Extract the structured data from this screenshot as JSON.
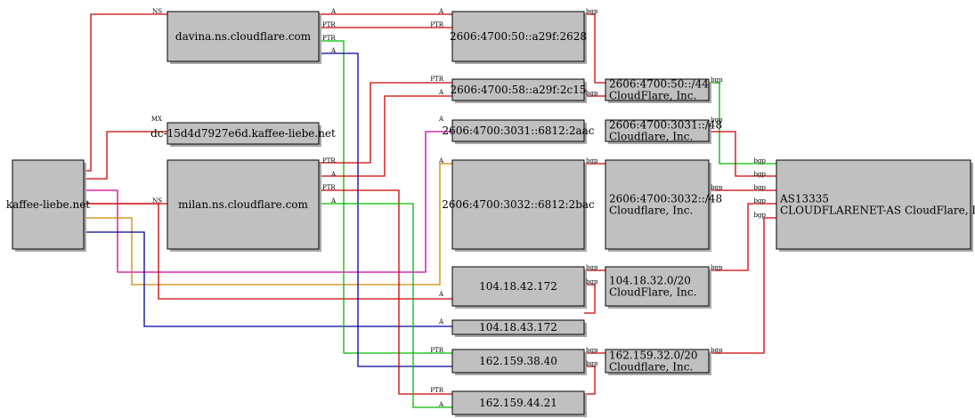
{
  "colors": {
    "node_fill": "#c0c0c0",
    "shadow": "#a8a8a8",
    "red": "#cc0000",
    "green": "#00bb00",
    "blue": "#000099",
    "magenta": "#cc0099",
    "orange": "#cc8800"
  },
  "nodes": [
    {
      "id": "kaffee",
      "lines": [
        "kaffee-liebe.net"
      ]
    },
    {
      "id": "davina",
      "lines": [
        "davina.ns.cloudflare.com"
      ]
    },
    {
      "id": "milan",
      "lines": [
        "milan.ns.cloudflare.com"
      ]
    },
    {
      "id": "dc",
      "lines": [
        "dc-15d4d7927e6d.kaffee-liebe.net"
      ]
    },
    {
      "id": "ip6_2628",
      "lines": [
        "2606:4700:50::a29f:2628"
      ]
    },
    {
      "id": "ip6_2c15",
      "lines": [
        "2606:4700:58::a29f:2c15"
      ]
    },
    {
      "id": "ip6_2aac",
      "lines": [
        "2606:4700:3031::6812:2aac"
      ]
    },
    {
      "id": "ip6_2bac",
      "lines": [
        "2606:4700:3032::6812:2bac"
      ]
    },
    {
      "id": "ip4_42",
      "lines": [
        "104.18.42.172"
      ]
    },
    {
      "id": "ip4_43",
      "lines": [
        "104.18.43.172"
      ]
    },
    {
      "id": "ip4_38",
      "lines": [
        "162.159.38.40"
      ]
    },
    {
      "id": "ip4_44",
      "lines": [
        "162.159.44.21"
      ]
    },
    {
      "id": "net_50",
      "lines": [
        "2606:4700:50::/44",
        "CloudFlare, Inc."
      ]
    },
    {
      "id": "net_3031",
      "lines": [
        "2606:4700:3031::/48",
        "Cloudflare, Inc."
      ]
    },
    {
      "id": "net_3032",
      "lines": [
        "2606:4700:3032::/48",
        "Cloudflare, Inc."
      ]
    },
    {
      "id": "net_104",
      "lines": [
        "104.18.32.0/20",
        "CloudFlare, Inc."
      ]
    },
    {
      "id": "net_162",
      "lines": [
        "162.159.32.0/20",
        "Cloudflare, Inc."
      ]
    },
    {
      "id": "as",
      "lines": [
        "AS13335",
        "CLOUDFLARENET-AS CloudFlare, Inc."
      ]
    }
  ],
  "edges": [
    {
      "id": "kaffee-davina-ns",
      "color": "red",
      "label": "NS"
    },
    {
      "id": "kaffee-dc-mx",
      "color": "red",
      "label": "MX"
    },
    {
      "id": "kaffee-milan-ns",
      "color": "red",
      "label": "NS"
    },
    {
      "id": "kaffee-2aac-a",
      "color": "magenta",
      "label": "A"
    },
    {
      "id": "kaffee-2bac-a",
      "color": "orange",
      "label": "A"
    },
    {
      "id": "kaffee-42-a",
      "color": "red",
      "label": "A"
    },
    {
      "id": "kaffee-43-a",
      "color": "blue",
      "label": "A"
    },
    {
      "id": "davina-2628-a",
      "color": "red",
      "label": "A"
    },
    {
      "id": "davina-2628-ptr",
      "color": "red",
      "label": "PTR"
    },
    {
      "id": "davina-38-ptr",
      "color": "green",
      "label": "PTR"
    },
    {
      "id": "davina-38-a",
      "color": "blue",
      "label": "A"
    },
    {
      "id": "milan-2c15-ptr",
      "color": "red",
      "label": "PTR"
    },
    {
      "id": "milan-2c15-a",
      "color": "red",
      "label": "A"
    },
    {
      "id": "milan-44-ptr",
      "color": "red",
      "label": "PTR"
    },
    {
      "id": "milan-44-a",
      "color": "green",
      "label": "A"
    },
    {
      "id": "2628-net50-bgp",
      "color": "red",
      "label": "bgp"
    },
    {
      "id": "2c15-net50-bgp",
      "color": "red",
      "label": "bgp"
    },
    {
      "id": "2bac-net3032-bgp",
      "color": "red",
      "label": "bgp"
    },
    {
      "id": "42-net104-bgp",
      "color": "red",
      "label": "bgp"
    },
    {
      "id": "43-net104-bgp",
      "color": "red",
      "label": "bgp"
    },
    {
      "id": "38-net162-bgp",
      "color": "red",
      "label": "bgp"
    },
    {
      "id": "44-net162-bgp",
      "color": "red",
      "label": "bgp"
    },
    {
      "id": "net50-as-bgp",
      "color": "green",
      "label": "bgp"
    },
    {
      "id": "net3031-as-bgp",
      "color": "red",
      "label": "bgp"
    },
    {
      "id": "net3032-as-bgp",
      "color": "red",
      "label": "bgp"
    },
    {
      "id": "net104-as-bgp",
      "color": "red",
      "label": "bgp"
    },
    {
      "id": "net162-as-bgp",
      "color": "red",
      "label": "bgp"
    }
  ]
}
